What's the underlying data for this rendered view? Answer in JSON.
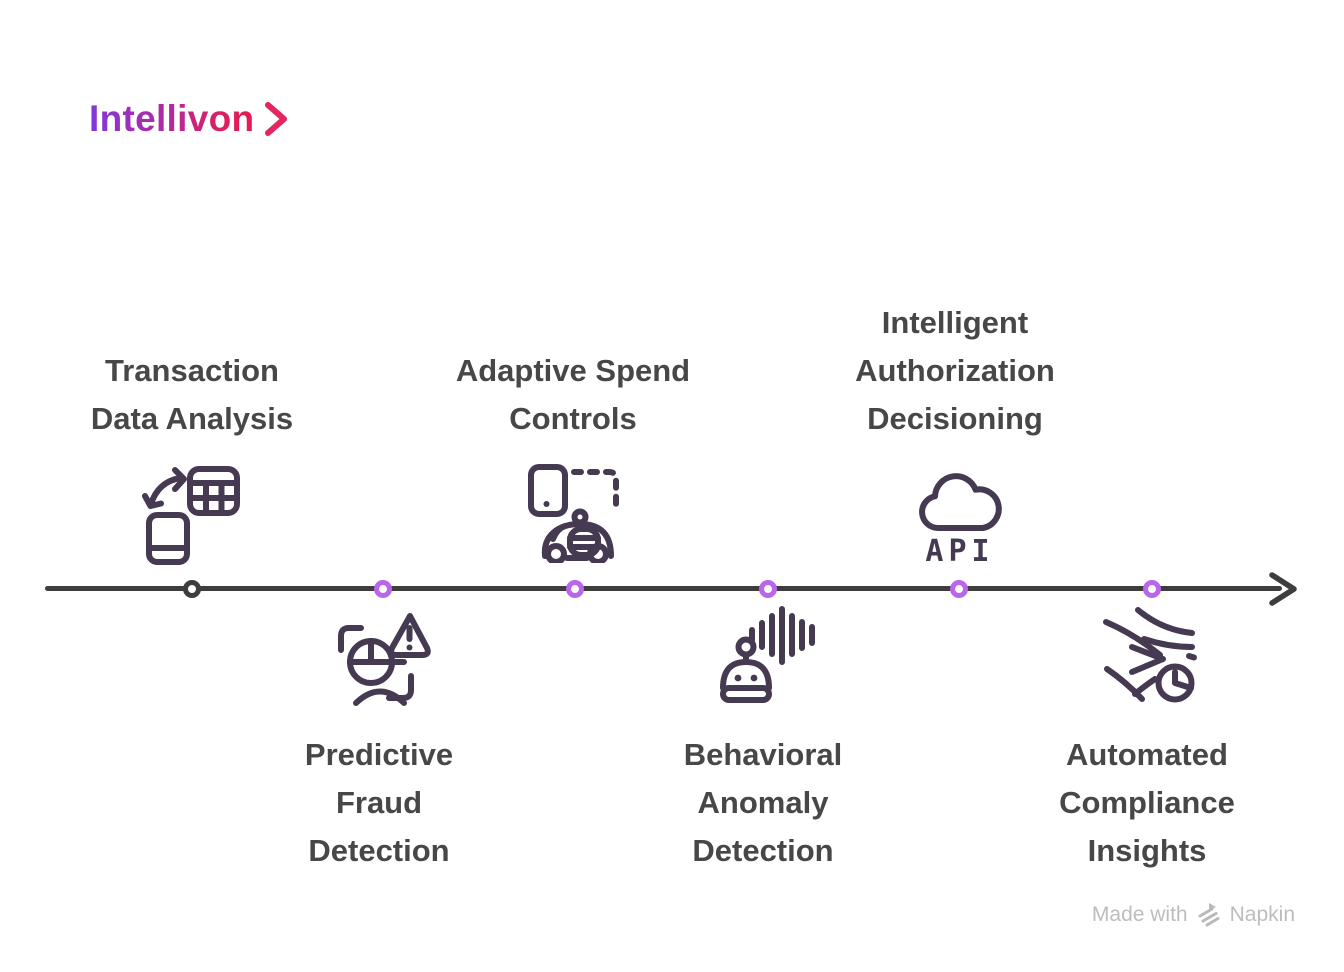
{
  "brand": {
    "name": "Intellivon",
    "gradient_start": "#8138d8",
    "gradient_end": "#e81a4f",
    "chevron_color": "#e4255e"
  },
  "timeline": {
    "line_color": "#3d3d3d",
    "dot_colors": [
      "#3d3d3d",
      "#b965ec",
      "#b965ec",
      "#b965ec",
      "#b965ec",
      "#b965ec"
    ],
    "top_items": [
      {
        "label": "Transaction\nData Analysis",
        "icon": "phone-data-table-icon"
      },
      {
        "label": "Adaptive Spend\nControls",
        "icon": "card-smart-car-icon"
      },
      {
        "label": "Intelligent\nAuthorization\nDecisioning",
        "icon": "cloud-api-icon",
        "icon_text": "API"
      }
    ],
    "bottom_items": [
      {
        "label": "Predictive\nFraud\nDetection",
        "icon": "fraud-scan-warning-icon"
      },
      {
        "label": "Behavioral\nAnomaly\nDetection",
        "icon": "robot-waveform-icon"
      },
      {
        "label": "Automated\nCompliance\nInsights",
        "icon": "flow-clock-icon"
      }
    ]
  },
  "watermark": {
    "prefix": "Made with",
    "brand": "Napkin"
  },
  "colors": {
    "heading": "#474747",
    "icon_stroke": "#463a52",
    "watermark_gray": "#bdbdbd"
  }
}
